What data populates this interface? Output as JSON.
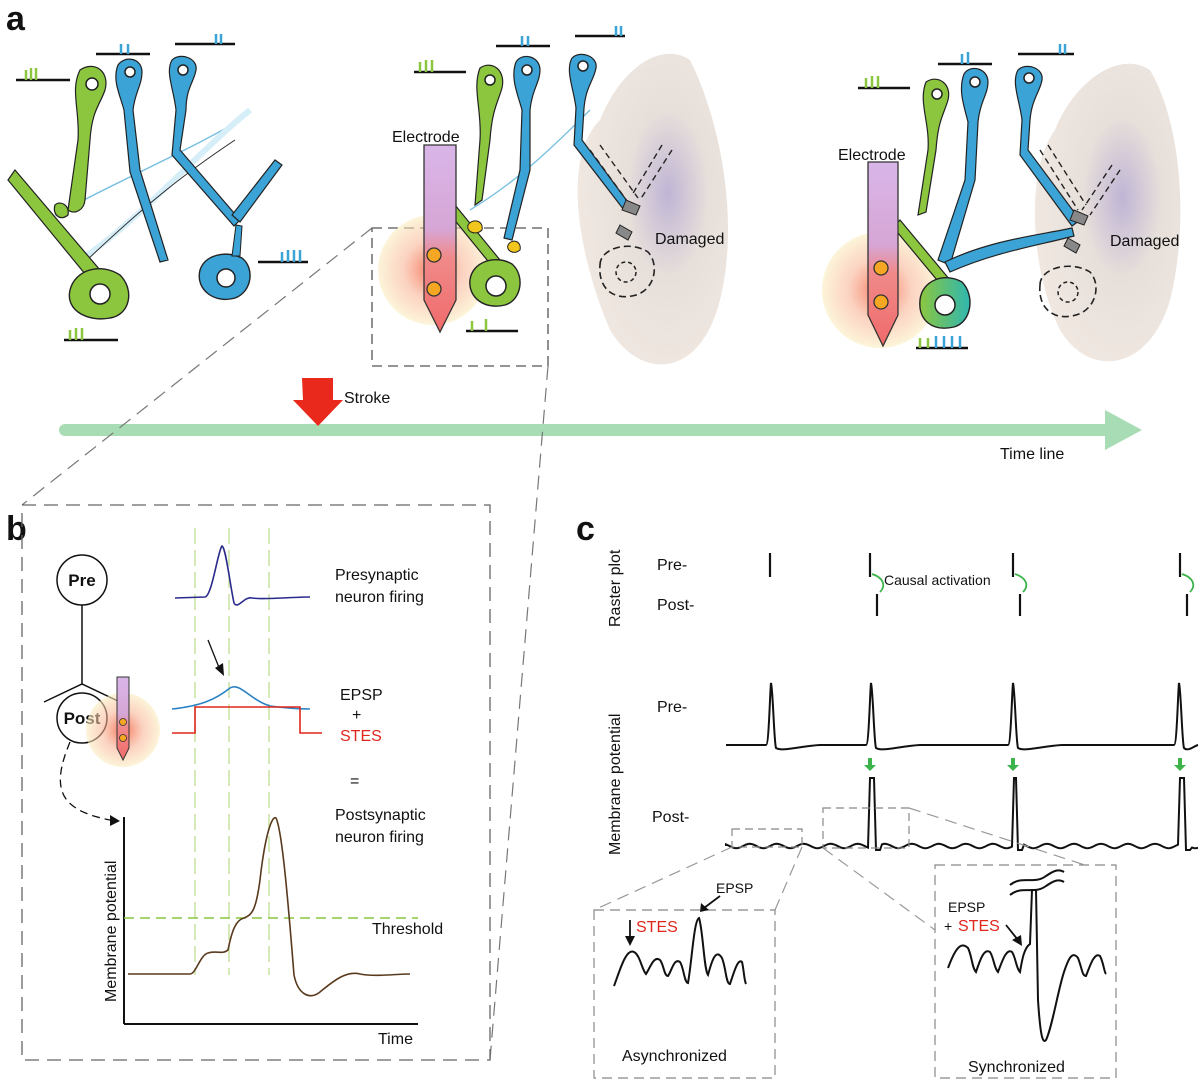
{
  "panels": {
    "a": "a",
    "b": "b",
    "c": "c"
  },
  "panel_a": {
    "electrode_label": "Electrode",
    "damaged_label": "Damaged",
    "stroke_label": "Stroke",
    "timeline_label": "Time line"
  },
  "panel_b": {
    "pre": "Pre",
    "post": "Post",
    "presynaptic_line1": "Presynaptic",
    "presynaptic_line2": "neuron firing",
    "epsp": "EPSP",
    "plus": "+",
    "stes": "STES",
    "equals": "=",
    "postsynaptic_line1": "Postsynaptic",
    "postsynaptic_line2": "neuron firing",
    "threshold": "Threshold",
    "y_axis": "Membrane potential",
    "x_axis": "Time"
  },
  "panel_c": {
    "raster_plot": "Raster plot",
    "membrane_potential": "Membrane potential",
    "pre": "Pre-",
    "post": "Post-",
    "causal_activation": "Causal activation",
    "epsp": "EPSP",
    "stes": "STES",
    "plus": "+",
    "asynchronized": "Asynchronized",
    "synchronized": "Synchronized"
  },
  "colors": {
    "green_neuron": "#8cc63f",
    "blue_neuron": "#3ba3d6",
    "timeline": "#a8dcb4",
    "stroke_arrow": "#e8291c",
    "stes_red": "#e0261b",
    "epsp_blue": "#2b82c4",
    "pre_purple": "#2a2a8c",
    "threshold_green": "#8cc63f"
  }
}
